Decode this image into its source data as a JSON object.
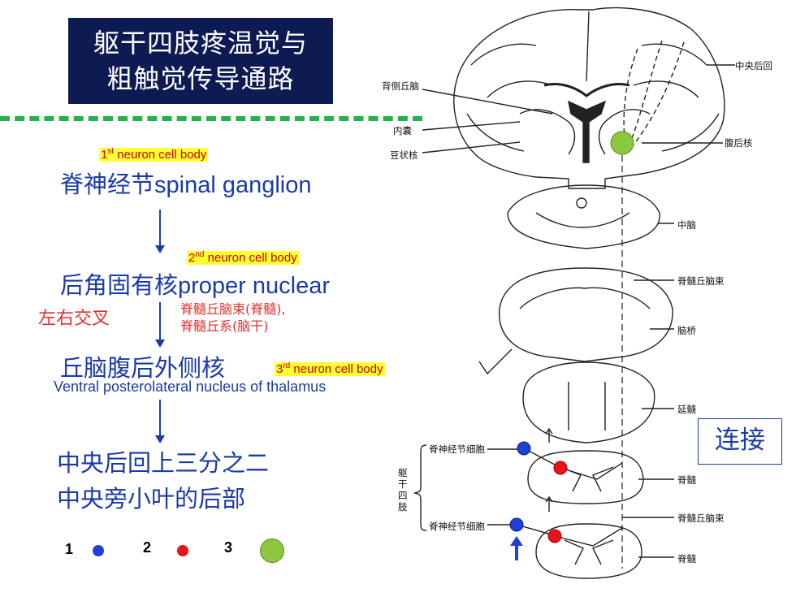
{
  "title": {
    "line1": "躯干四肢疼温觉与",
    "line2": "粗触觉传导通路"
  },
  "steps": [
    {
      "zh": "脊神经节",
      "en": "spinal ganglion",
      "tag_sup": "st",
      "tag_num": "1",
      "tag_text": " neuron cell body"
    },
    {
      "zh": "后角固有核",
      "en": "proper nuclear",
      "tag_sup": "nd",
      "tag_num": "2",
      "tag_text": " neuron cell body"
    },
    {
      "zh": "丘脑腹后外侧核",
      "en": "",
      "tag_sup": "rd",
      "tag_num": "3",
      "tag_text": "  neuron cell body",
      "subtitle": "Ventral posterolateral nucleus of thalamus"
    },
    {
      "zh": "中央后回上三分之二",
      "zh2": "中央旁小叶的后部"
    }
  ],
  "crossing": {
    "label": "左右交叉",
    "tract_line1": "脊髓丘脑束(脊髓),",
    "tract_line2": "脊髓丘系(脑干)"
  },
  "legend": [
    {
      "num": "1",
      "color": "#1f3fd6"
    },
    {
      "num": "2",
      "color": "#e8141a"
    },
    {
      "num": "3",
      "color": "#8dc63f"
    }
  ],
  "connect_button": "连接",
  "diagram": {
    "labels": {
      "central_post": "中央后回",
      "thalamus": "背侧丘脑",
      "internal_capsule": "内囊",
      "lentiform": "豆状核",
      "vpl": "腹后核",
      "midbrain": "中脑",
      "st_tract_1": "脊髓丘脑束",
      "pons": "脑桥",
      "medulla": "延髓",
      "spinal_ganglion_1": "脊神经节细胞",
      "spinal_ganglion_2": "脊神经节细胞",
      "trunk_limbs": "躯干四肢",
      "spinal_cord_1": "脊髓",
      "st_tract_2": "脊髓丘脑束",
      "spinal_cord_2": "脊髓"
    }
  }
}
